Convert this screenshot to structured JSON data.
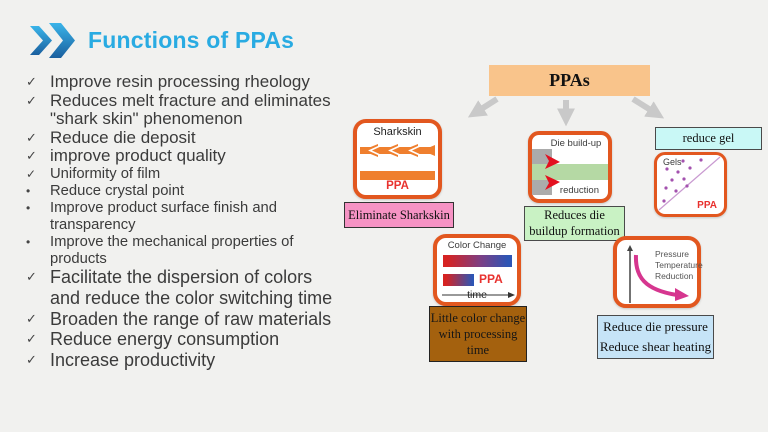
{
  "title": {
    "icon": "double-chevron",
    "text": "Functions of PPAs"
  },
  "bullets": {
    "items": [
      {
        "marker": "✓",
        "text": "Improve resin processing rheology"
      },
      {
        "marker": "✓",
        "text": "Reduces melt fracture and eliminates \"shark skin\" phenomenon"
      },
      {
        "marker": "✓",
        "text": "Reduce die deposit"
      },
      {
        "marker": "✓",
        "text": "improve product quality"
      },
      {
        "marker": "✓",
        "text": "Uniformity of film"
      },
      {
        "marker": "•",
        "text": "Reduce crystal point"
      },
      {
        "marker": "•",
        "text": "Improve product surface finish and transparency"
      },
      {
        "marker": "•",
        "text": "Improve the mechanical properties of products"
      },
      {
        "marker": "✓",
        "text": "Facilitate the dispersion of colors and reduce the color switching time"
      },
      {
        "marker": "✓",
        "text": "Broaden the range of raw materials"
      },
      {
        "marker": "✓",
        "text": "Reduce energy consumption"
      },
      {
        "marker": "✓",
        "text": "Increase productivity"
      }
    ]
  },
  "diagram": {
    "root": "PPAs",
    "sharkskin": {
      "title": "Sharkskin",
      "ppa": "PPA",
      "caption": "Eliminate Sharkskin"
    },
    "die_buildup": {
      "title": "Die build-up",
      "subtitle": "reduction",
      "caption": "Reduces die buildup formation"
    },
    "gel": {
      "header": "reduce gel",
      "title": "Gels",
      "ppa": "PPA"
    },
    "color_change": {
      "title": "Color Change",
      "ppa": "PPA",
      "axis_label": "time",
      "caption": "Little color change with processing time"
    },
    "pressure": {
      "lines": [
        "Pressure",
        "Temperature",
        "Reduction"
      ],
      "caption_line1": "Reduce die pressure",
      "caption_line2": "Reduce shear heating"
    }
  },
  "colors": {
    "title_blue": "#29abe2",
    "figure_border_orange": "#e2571f",
    "root_fill_peach": "#f9c48b",
    "sharkskin_caption_pink": "#f693c4",
    "die_caption_green": "#c9f2c4",
    "gel_header_cyan": "#c9f8f6",
    "color_caption_brown": "#a4610e",
    "pressure_caption_blue": "#c6e4f7",
    "ppa_red": "#e8312e",
    "arrow_gray": "#c9c9c9",
    "curve_magenta": "#d6368f",
    "gradient_red": "#d62322",
    "gradient_blue": "#2d55b5"
  }
}
